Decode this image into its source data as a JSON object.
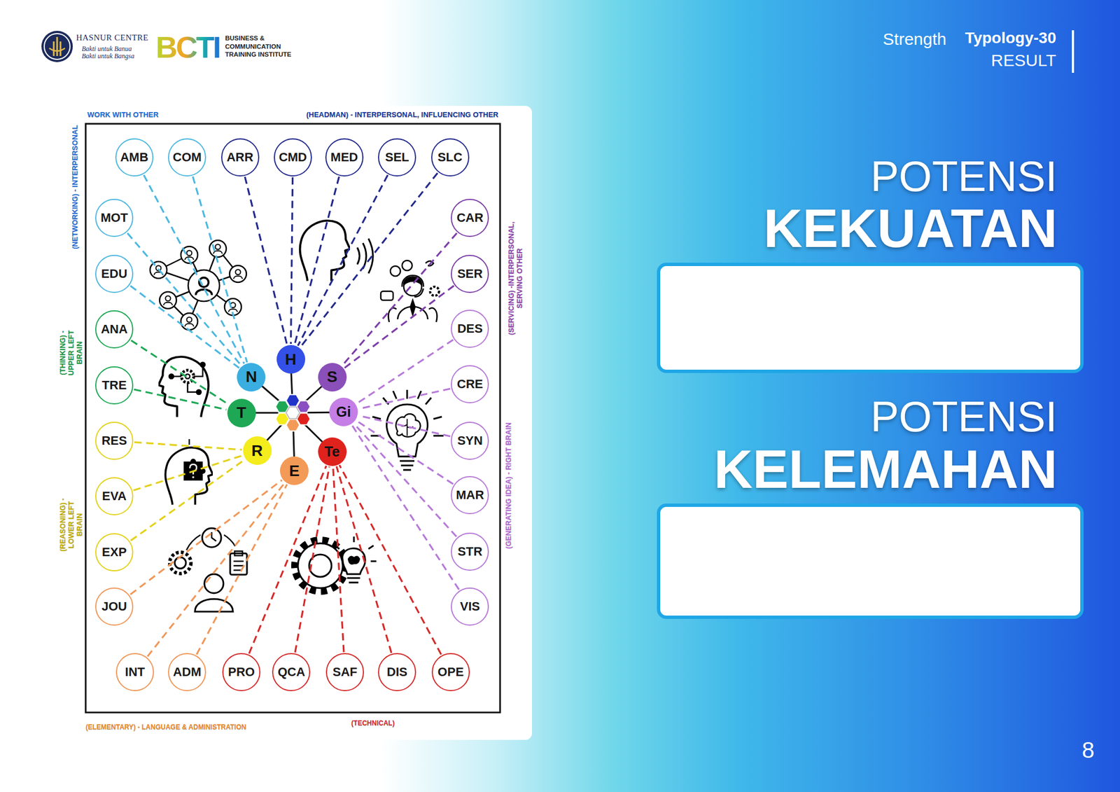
{
  "diagram": {
    "nodes": [
      {
        "text": [
          "AMB"
        ]
      },
      {
        "text": [
          "COM"
        ]
      },
      {
        "text": [
          "ARR"
        ]
      },
      {
        "text": [
          "CMD"
        ]
      },
      {
        "text": [
          "MED"
        ]
      },
      {
        "text": [
          "SEL"
        ]
      },
      {
        "text": [
          "SLC"
        ]
      },
      {
        "text": [
          "MOT"
        ]
      },
      {
        "text": [
          "EDU"
        ]
      },
      {
        "text": [
          "ANA"
        ]
      },
      {
        "text": [
          "TRE"
        ]
      },
      {
        "text": [
          "RES"
        ]
      },
      {
        "text": [
          "EVA"
        ]
      },
      {
        "text": [
          "EXP"
        ]
      },
      {
        "text": [
          "JOU"
        ]
      },
      {
        "text": [
          "CAR"
        ]
      },
      {
        "text": [
          "SER"
        ]
      },
      {
        "text": [
          "DES"
        ]
      },
      {
        "text": [
          "CRE"
        ]
      },
      {
        "text": [
          "SYN"
        ]
      },
      {
        "text": [
          "MAR"
        ]
      },
      {
        "text": [
          "STR"
        ]
      },
      {
        "text": [
          "VIS"
        ]
      },
      {
        "text": [
          "INT"
        ]
      },
      {
        "text": [
          "ADM"
        ]
      },
      {
        "text": [
          "PRO"
        ]
      },
      {
        "text": [
          "QCA"
        ]
      },
      {
        "text": [
          "SAF"
        ]
      },
      {
        "text": [
          "DIS"
        ]
      },
      {
        "text": [
          "OPE"
        ]
      },
      {
        "text": [
          "H"
        ]
      },
      {
        "text": [
          "N"
        ]
      },
      {
        "text": [
          "S"
        ]
      },
      {
        "text": [
          "T"
        ]
      },
      {
        "text": [
          "Gi"
        ]
      },
      {
        "text": [
          "R"
        ]
      },
      {
        "text": [
          "E"
        ]
      },
      {
        "text": [
          "Te"
        ]
      }
    ],
    "edges": [
      {
        "from": 0,
        "to": 31,
        "arrow": "none"
      },
      {
        "from": 1,
        "to": 31,
        "arrow": "none"
      },
      {
        "from": 2,
        "to": 30,
        "arrow": "none"
      },
      {
        "from": 3,
        "to": 30,
        "arrow": "none"
      },
      {
        "from": 4,
        "to": 30,
        "arrow": "none"
      },
      {
        "from": 5,
        "to": 30,
        "arrow": "none"
      },
      {
        "from": 6,
        "to": 30,
        "arrow": "none"
      },
      {
        "from": 7,
        "to": 31,
        "arrow": "none"
      },
      {
        "from": 8,
        "to": 31,
        "arrow": "none"
      },
      {
        "from": 9,
        "to": 33,
        "arrow": "none"
      },
      {
        "from": 10,
        "to": 33,
        "arrow": "none"
      },
      {
        "from": 11,
        "to": 35,
        "arrow": "none"
      },
      {
        "from": 12,
        "to": 35,
        "arrow": "none"
      },
      {
        "from": 13,
        "to": 35,
        "arrow": "none"
      },
      {
        "from": 14,
        "to": 36,
        "arrow": "none"
      },
      {
        "from": 15,
        "to": 32,
        "arrow": "none"
      },
      {
        "from": 16,
        "to": 32,
        "arrow": "none"
      },
      {
        "from": 17,
        "to": 34,
        "arrow": "none"
      },
      {
        "from": 18,
        "to": 34,
        "arrow": "none"
      },
      {
        "from": 19,
        "to": 34,
        "arrow": "none"
      },
      {
        "from": 20,
        "to": 34,
        "arrow": "none"
      },
      {
        "from": 21,
        "to": 34,
        "arrow": "none"
      },
      {
        "from": 22,
        "to": 34,
        "arrow": "none"
      },
      {
        "from": 23,
        "to": 36,
        "arrow": "none"
      },
      {
        "from": 24,
        "to": 36,
        "arrow": "none"
      },
      {
        "from": 25,
        "to": 37,
        "arrow": "none"
      },
      {
        "from": 26,
        "to": 37,
        "arrow": "none"
      },
      {
        "from": 27,
        "to": 37,
        "arrow": "none"
      },
      {
        "from": 28,
        "to": 37,
        "arrow": "none"
      },
      {
        "from": 29,
        "to": 37,
        "arrow": "none"
      }
    ],
    "labels": [
      "HASNUR CENTRE",
      "Bakti untuk Banua",
      "Bakti untuk Bangsa",
      "BCTI",
      "BUSINESS &",
      "COMMUNICATION",
      "TRAINING INSTITUTE",
      "Strength",
      "Typology-30",
      "RESULT",
      "WORK WITH OTHER",
      "(HEADMAN) - INTERPERSONAL, INFLUENCING OTHER",
      "(NETWORKING) - INTERPERSONAL",
      "(THINKING) - UPPER LEFT BRAIN",
      "(REASONING) - LOWER LEFT BRAIN",
      "(SERVICING) -INTERPERSONAL, SERVING OTHER",
      "(GENERATING IDEA) - RIGHT BRAIN",
      "(ELEMENTARY) - LANGUAGE & ADMINISTRATION",
      "(TECHNICAL)",
      "POTENSI",
      "KEKUATAN",
      "POTENSI",
      "KELEMAHAN",
      "8"
    ]
  }
}
